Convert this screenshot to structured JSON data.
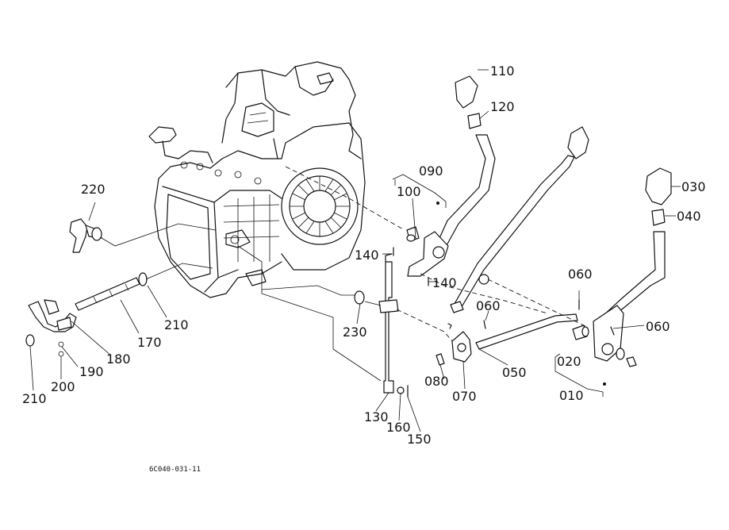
{
  "diagram": {
    "code": "6C040-031-11",
    "part_labels": {
      "p010": "010",
      "p020": "020",
      "p030": "030",
      "p040": "040",
      "p050": "050",
      "p060a": "060",
      "p060b": "060",
      "p060c": "060",
      "p070": "070",
      "p080": "080",
      "p090": "090",
      "p100": "100",
      "p110": "110",
      "p120": "120",
      "p130": "130",
      "p140a": "140",
      "p140b": "140",
      "p150": "150",
      "p160": "160",
      "p170": "170",
      "p180": "180",
      "p190": "190",
      "p200": "200",
      "p210a": "210",
      "p210b": "210",
      "p220": "220",
      "p230": "230"
    }
  }
}
